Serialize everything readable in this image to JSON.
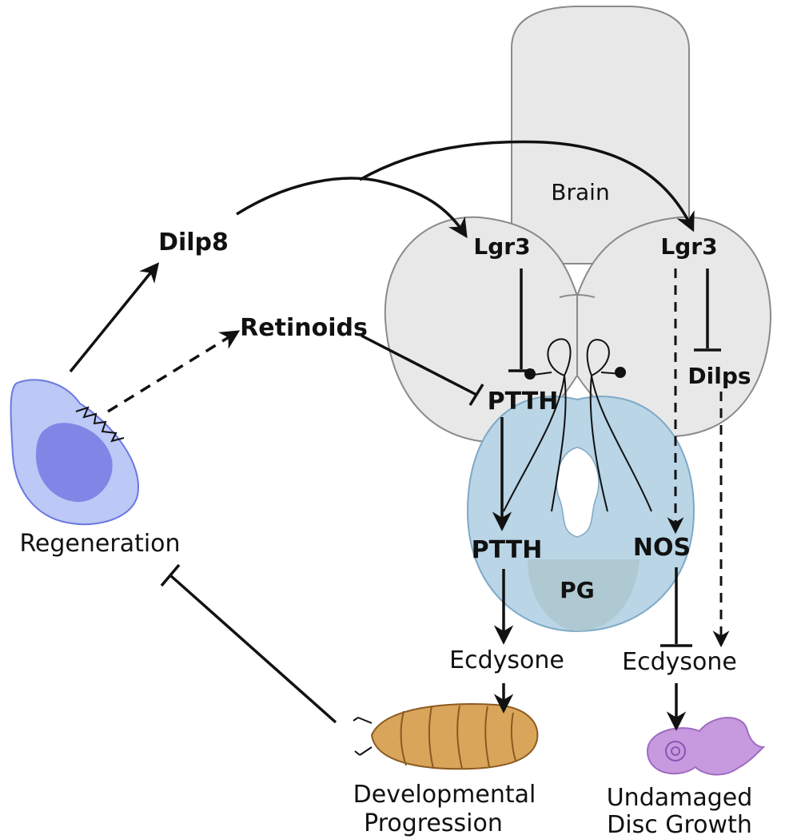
{
  "labels": {
    "brain": "Brain",
    "lgr3_left": "Lgr3",
    "lgr3_right": "Lgr3",
    "dilp8": "Dilp8",
    "retinoids": "Retinoids",
    "ptth_upper": "PTTH",
    "dilps": "Dilps",
    "ptth_lower": "PTTH",
    "nos": "NOS",
    "pg": "PG",
    "regeneration": "Regeneration",
    "ecdysone_left": "Ecdysone",
    "ecdysone_right": "Ecdysone",
    "developmental": [
      "Developmental",
      "Progression"
    ],
    "undamaged": [
      "Undamaged",
      "Disc Growth"
    ]
  },
  "colors": {
    "brain_fill": "#e9e8e9",
    "brain_stroke": "#8a8a8a",
    "pg_fill": "#b9d5e6",
    "pg_stroke": "#7fa9c6",
    "disc_fill": "#bcc8f5",
    "disc_inner": "#7f86e6",
    "larva_fill": "#d9a55b",
    "undamaged_disc": "#c79ae0",
    "line": "#111111"
  },
  "edges": [
    {
      "from": "Regeneration",
      "to": "Dilp8",
      "type": "activation"
    },
    {
      "from": "Regeneration",
      "to": "Retinoids",
      "type": "activation-dashed"
    },
    {
      "from": "Dilp8",
      "to": "Lgr3 (left)",
      "type": "activation"
    },
    {
      "from": "Dilp8",
      "to": "Lgr3 (right)",
      "type": "activation"
    },
    {
      "from": "Lgr3 (left)",
      "to": "PTTH",
      "type": "inhibition"
    },
    {
      "from": "Retinoids",
      "to": "PTTH",
      "type": "inhibition"
    },
    {
      "from": "Lgr3 (right)",
      "to": "Dilps",
      "type": "inhibition"
    },
    {
      "from": "Lgr3 (right)",
      "to": "NOS",
      "type": "activation-dashed"
    },
    {
      "from": "PTTH",
      "to": "PTTH (PG)",
      "type": "activation"
    },
    {
      "from": "PTTH (PG)",
      "to": "Ecdysone (left)",
      "type": "activation"
    },
    {
      "from": "NOS",
      "to": "Ecdysone (right)",
      "type": "inhibition"
    },
    {
      "from": "Dilps",
      "to": "Ecdysone (right)",
      "type": "activation-dashed"
    },
    {
      "from": "Ecdysone (left)",
      "to": "Developmental Progression",
      "type": "activation"
    },
    {
      "from": "Ecdysone (right)",
      "to": "Undamaged Disc Growth",
      "type": "activation"
    },
    {
      "from": "Developmental Progression",
      "to": "Regeneration",
      "type": "inhibition"
    }
  ]
}
